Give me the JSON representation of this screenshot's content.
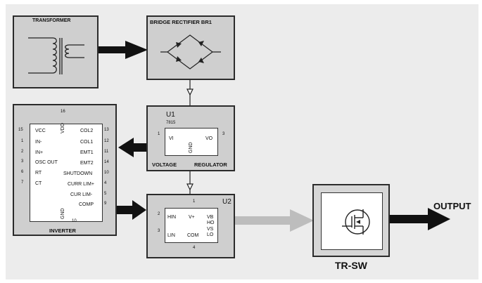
{
  "colors": {
    "block_fill": "#cfcfcf",
    "block_border": "#2b2b2b",
    "background_band": "#ececec",
    "arrow_dark": "#111111",
    "arrow_light": "#bdbdbd"
  },
  "transformer": {
    "label": "TRANSFORMER"
  },
  "rectifier": {
    "label": "BRIDGE RECTIFIER BR1"
  },
  "regulator": {
    "ref": "U1",
    "part": "7815",
    "pin_vi": "VI",
    "pin_vo": "VO",
    "pin_gnd": "GND",
    "pin_vi_num": "1",
    "pin_vo_num": "3",
    "footer_left": "VOLTAGE",
    "footer_right": "REGULATOR"
  },
  "inverter": {
    "label": "INVERTER",
    "top_pin": "VDD",
    "top_pin_num": "16",
    "bottom_pin": "GND",
    "bottom_pin_num": "10",
    "left_pins": [
      {
        "num": "15",
        "name": "VCC"
      },
      {
        "num": "1",
        "name": "IN-"
      },
      {
        "num": "2",
        "name": "IN+"
      },
      {
        "num": "3",
        "name": "OSC OUT"
      },
      {
        "num": "6",
        "name": "RT"
      },
      {
        "num": "7",
        "name": "CT"
      }
    ],
    "right_pins": [
      {
        "num": "13",
        "name": "COL2"
      },
      {
        "num": "12",
        "name": "COL1"
      },
      {
        "num": "11",
        "name": "EMT1"
      },
      {
        "num": "14",
        "name": "EMT2"
      },
      {
        "num": "10",
        "name": "SHUTDOWN"
      },
      {
        "num": "4",
        "name": "CURR LIM+"
      },
      {
        "num": "5",
        "name": "CUR LIM-"
      },
      {
        "num": "9",
        "name": "COMP"
      }
    ]
  },
  "driver": {
    "ref": "U2",
    "pin_hin": "HIN",
    "pin_lin": "LIN",
    "pin_vplus": "V+",
    "pin_com": "COM",
    "pin_vb": "VB",
    "pin_ho": "HO",
    "pin_vs": "VS",
    "pin_lo": "LO",
    "pin_hin_num": "2",
    "pin_lin_num": "3",
    "pin_top_num": "1",
    "pin_bottom_num": "4"
  },
  "switch": {
    "label": "TR-SW"
  },
  "output": {
    "label": "OUTPUT"
  }
}
